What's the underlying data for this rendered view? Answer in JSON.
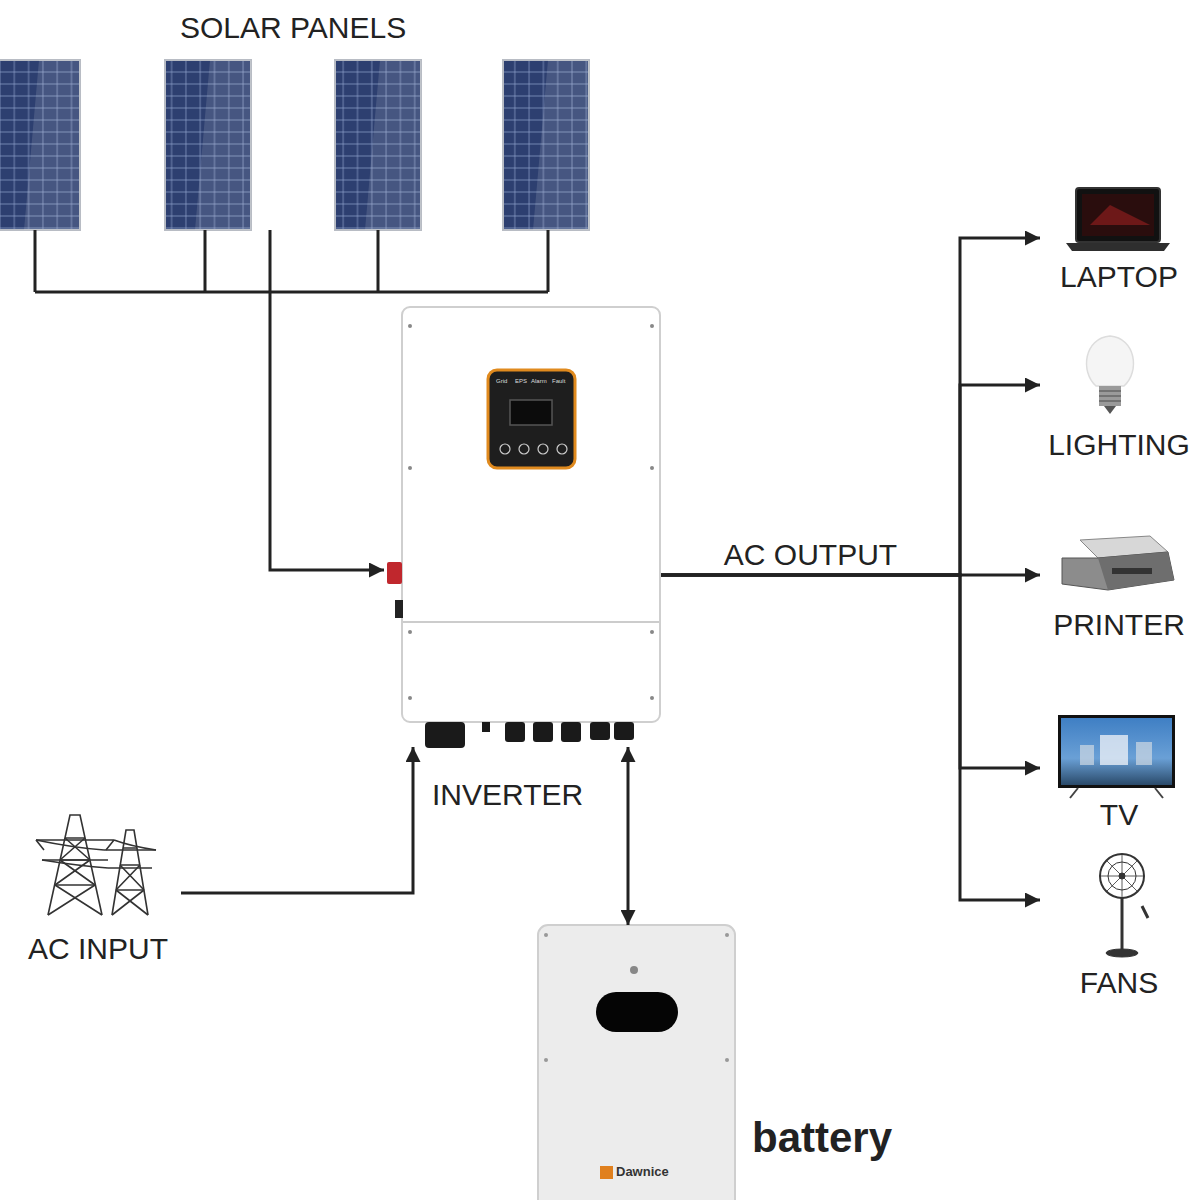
{
  "diagram": {
    "nodes": [
      {
        "text": [
          "SOLAR PANELS"
        ]
      },
      {
        "text": [
          "INVERTER"
        ]
      },
      {
        "text": [
          "AC INPUT"
        ]
      },
      {
        "text": [
          "battery"
        ]
      },
      {
        "text": [
          "LAPTOP"
        ]
      },
      {
        "text": [
          "LIGHTING"
        ]
      },
      {
        "text": [
          "PRINTER"
        ]
      },
      {
        "text": [
          "TV"
        ]
      },
      {
        "text": [
          "FANS"
        ]
      }
    ],
    "edges": [
      {
        "from": 0,
        "to": 1,
        "arrow": "to"
      },
      {
        "from": 2,
        "to": 1,
        "arrow": "to"
      },
      {
        "from": 1,
        "to": 3,
        "arrow": "both"
      },
      {
        "from": 1,
        "to": 4,
        "arrow": "to"
      },
      {
        "from": 1,
        "to": 5,
        "arrow": "to"
      },
      {
        "from": 1,
        "to": 6,
        "arrow": "to",
        "label": "AC OUTPUT"
      },
      {
        "from": 1,
        "to": 7,
        "arrow": "to"
      },
      {
        "from": 1,
        "to": 8,
        "arrow": "to"
      }
    ],
    "labels": [
      "Grid",
      "EPS",
      "Alarm",
      "Fault",
      "Dawnice"
    ]
  }
}
